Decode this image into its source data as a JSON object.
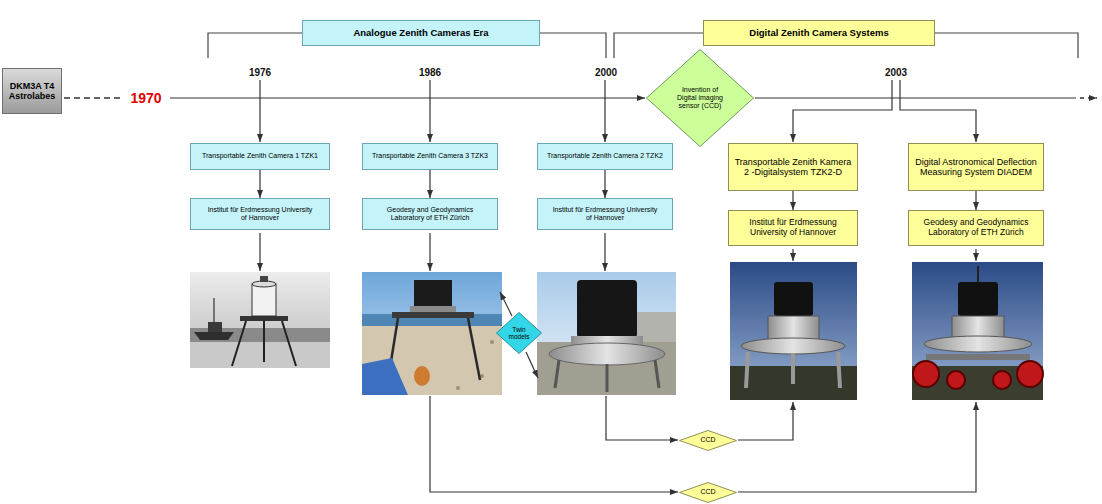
{
  "diagram": {
    "nodes": [
      {
        "text": [
          "DKM3A T4 Astrolabes"
        ]
      },
      {
        "text": [
          "Analogue Zenith Cameras Era"
        ]
      },
      {
        "text": [
          "Digital Zenith Camera Systems"
        ]
      },
      {
        "text": [
          "Invention of Digital imaging sensor (CCD)"
        ]
      },
      {
        "text": [
          "Transportable Zenith Camera 1 TZK1"
        ]
      },
      {
        "text": [
          "Institut für Erdmessung University of Hannover"
        ]
      },
      {
        "text": [
          "Transportable Zenith Camera 3 TZK3"
        ]
      },
      {
        "text": [
          "Geodesy and Geodynamics Laboratory of ETH Zürich"
        ]
      },
      {
        "text": [
          "Transportable Zenith Camera 2 TZK2"
        ]
      },
      {
        "text": [
          "Institut für Erdmessung University of Hannover"
        ]
      },
      {
        "text": [
          "Transportable Zenith Kamera 2 -Digitalsystem TZK2-D"
        ]
      },
      {
        "text": [
          "Institut für Erdmessung University of Hannover"
        ]
      },
      {
        "text": [
          "Digital Astronomical Deflection Measuring System DIADEM"
        ]
      },
      {
        "text": [
          "Geodesy and Geodynamics Laboratory of ETH Zürich"
        ]
      },
      {
        "text": [
          "Twin models"
        ]
      },
      {
        "text": [
          "CCD"
        ]
      },
      {
        "text": [
          "CCD"
        ]
      }
    ],
    "edges": [
      {
        "from": 4,
        "to": 5,
        "arrow": "to"
      },
      {
        "from": 6,
        "to": 7,
        "arrow": "to"
      },
      {
        "from": 8,
        "to": 9,
        "arrow": "to"
      },
      {
        "from": 10,
        "to": 11,
        "arrow": "to"
      },
      {
        "from": 12,
        "to": 13,
        "arrow": "to"
      }
    ],
    "labels": [
      "1970",
      "1976",
      "1986",
      "2000",
      "2003"
    ]
  }
}
